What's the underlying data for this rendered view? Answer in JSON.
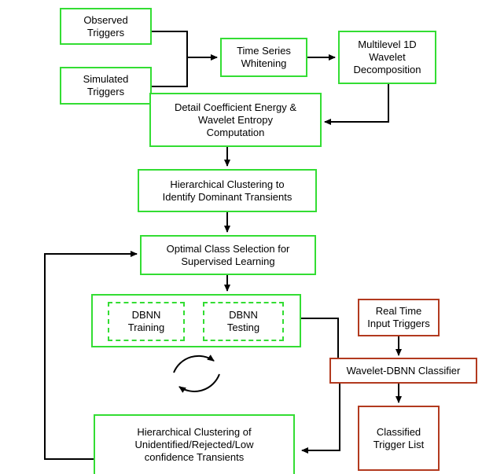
{
  "boxes": {
    "observed_triggers": "Observed\nTriggers",
    "simulated_triggers": "Simulated\nTriggers",
    "time_series_whitening": "Time Series\nWhitening",
    "wavelet_decomposition": "Multilevel 1D\nWavelet\nDecomposition",
    "energy_entropy": "Detail  Coefficient Energy &\nWavelet Entropy\nComputation",
    "hierarchical_clustering": "Hierarchical Clustering to\nIdentify Dominant Transients",
    "optimal_class_selection": "Optimal Class Selection for\nSupervised Learning",
    "dbnn_training": "DBNN\nTraining",
    "dbnn_testing": "DBNN\nTesting",
    "real_time_input": "Real Time\nInput Triggers",
    "wavelet_dbnn_classifier": "Wavelet-DBNN Classifier",
    "classified_list": "Classified\nTrigger List",
    "reclustering": "Hierarchical Clustering of\nUnidentified/Rejected/Low\nconfidence Transients"
  },
  "colors": {
    "green": "#33dd33",
    "red": "#b23a1f",
    "line": "#000000"
  }
}
